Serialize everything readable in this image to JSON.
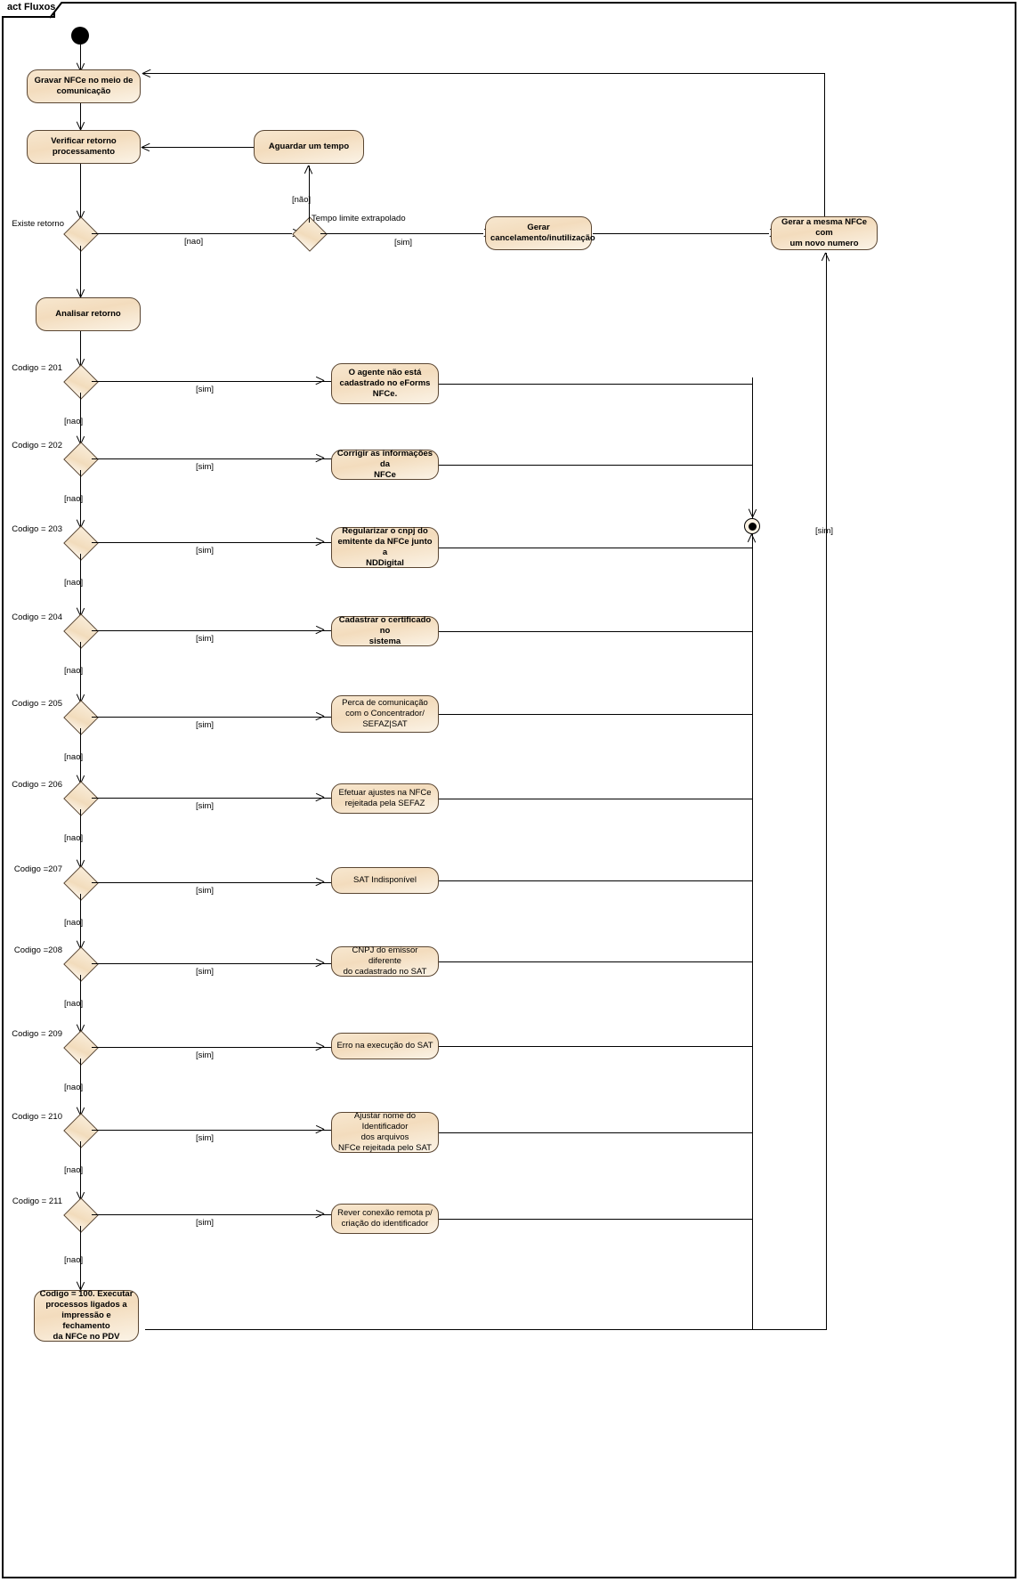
{
  "frame": {
    "label": "act Fluxos"
  },
  "nodes": {
    "start": {
      "name": "initial-node"
    },
    "final": {
      "name": "activity-final-node"
    },
    "gravar": {
      "text": "Gravar NFCe no meio de\ncomunicação"
    },
    "verificar": {
      "text": "Verificar retorno\nprocessamento"
    },
    "aguardar": {
      "text": "Aguardar um tempo"
    },
    "gerar_cancelamento": {
      "text": "Gerar\ncancelamento/inutilização"
    },
    "gerar_mesma_nfce": {
      "text": "Gerar a mesma NFCe com\num novo numero"
    },
    "analisar": {
      "text": "Analisar retorno"
    },
    "final_activity": {
      "text": "Codigo = 100. Executar\nprocessos ligados a\nimpressão e fechamento\nda NFCe no PDV"
    }
  },
  "decisions": {
    "existe_retorno": {
      "label": "Existe retorno",
      "yes": "[sim]",
      "no": "[nao]"
    },
    "tempo_limite": {
      "label": "Tempo limite extrapolado",
      "yes": "[sim]",
      "no": "[não]"
    }
  },
  "guards": {
    "sim": "[sim]",
    "nao": "[nao]",
    "nao_acentuado": "[não]"
  },
  "codes": [
    {
      "label": "Codigo = 201",
      "guard_yes": "[sim]",
      "guard_no": "[nao]",
      "action": "O agente não está\ncadastrado no eForms\nNFCe.",
      "bold": true
    },
    {
      "label": "Codigo = 202",
      "guard_yes": "[sim]",
      "guard_no": "[nao]",
      "action": "Corrigir as informações da\nNFCe",
      "bold": true
    },
    {
      "label": "Codigo = 203",
      "guard_yes": "[sim]",
      "guard_no": "[nao]",
      "action": "Regularizar o cnpj do\nemitente da NFCe junto a\nNDDigital",
      "bold": true
    },
    {
      "label": "Codigo = 204",
      "guard_yes": "[sim]",
      "guard_no": "[nao]",
      "action": "Cadastrar o certificado no\nsistema",
      "bold": true
    },
    {
      "label": "Codigo = 205",
      "guard_yes": "[sim]",
      "guard_no": "[nao]",
      "action": "Perca de comunicação\ncom o Concentrador/\nSEFAZ|SAT",
      "bold": false
    },
    {
      "label": "Codigo = 206",
      "guard_yes": "[sim]",
      "guard_no": "[nao]",
      "action": "Efetuar ajustes na NFCe\nrejeitada pela SEFAZ",
      "bold": false
    },
    {
      "label": "Codigo =207",
      "guard_yes": "[sim]",
      "guard_no": "[nao]",
      "action": "SAT Indisponível",
      "bold": false
    },
    {
      "label": "Codigo =208",
      "guard_yes": "[sim]",
      "guard_no": "[nao]",
      "action": "CNPJ do emissor diferente\ndo cadastrado no SAT",
      "bold": false
    },
    {
      "label": "Codigo = 209",
      "guard_yes": "[sim]",
      "guard_no": "[nao]",
      "action": "Erro na execução do SAT",
      "bold": false
    },
    {
      "label": "Codigo = 210",
      "guard_yes": "[sim]",
      "guard_no": "[nao]",
      "action": "Ajustar nome do Identificador\ndos arquivos\nNFCe rejeitada pelo SAT",
      "bold": false
    },
    {
      "label": "Codigo = 211",
      "guard_yes": "[sim]",
      "guard_no": "[nao]",
      "action": "Rever conexão remota p/\ncriação do identificador",
      "bold": false
    }
  ],
  "return_guard": {
    "sim": "[sim]"
  }
}
